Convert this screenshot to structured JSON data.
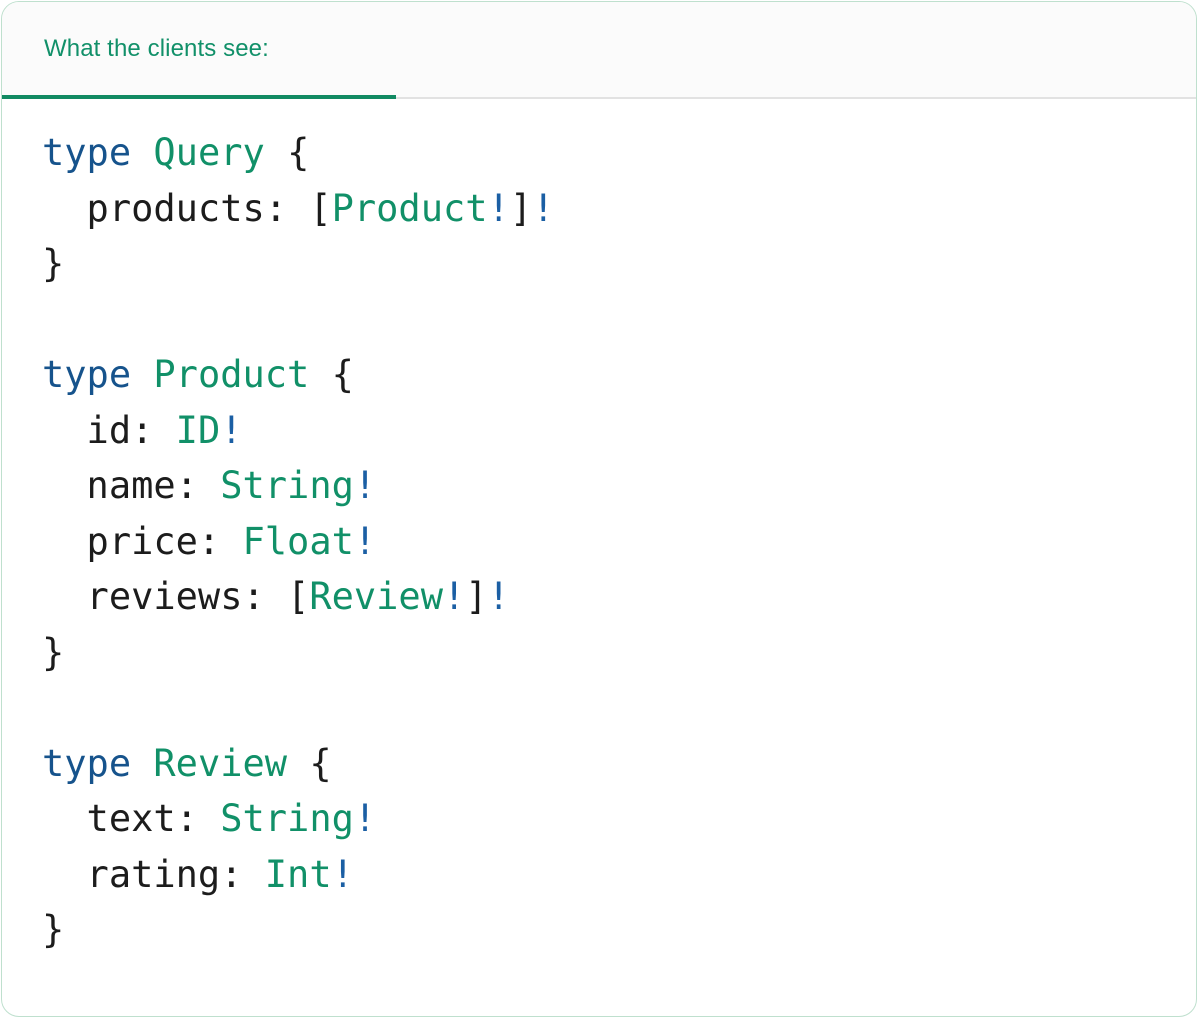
{
  "card": {
    "border_color": "#bfe0ce",
    "background": "#ffffff"
  },
  "header": {
    "active_tab_label": "What the clients see:",
    "accent_color": "#118a62",
    "title_color": "#119069",
    "background": "#fbfbfb",
    "divider_color": "#e2e2e2"
  },
  "palette": {
    "keyword": "#16538c",
    "type_name": "#119068",
    "punctuation": "#1c1c1c",
    "field_name": "#1c1c1c",
    "non_null_bang": "#1b5fa4"
  },
  "code": {
    "language": "graphql",
    "indent": "  ",
    "plain_text": "type Query {\n  products: [Product!]!\n}\n\ntype Product {\n  id: ID!\n  name: String!\n  price: Float!\n  reviews: [Review!]!\n}\n\ntype Review {\n  text: String!\n  rating: Int!\n}",
    "lines": [
      {
        "tokens": [
          {
            "t": "type",
            "c": "kw"
          },
          {
            "t": " ",
            "c": "plain"
          },
          {
            "t": "Query",
            "c": "type"
          },
          {
            "t": " ",
            "c": "plain"
          },
          {
            "t": "{",
            "c": "punct"
          }
        ]
      },
      {
        "tokens": [
          {
            "t": "  products:",
            "c": "field"
          },
          {
            "t": " ",
            "c": "plain"
          },
          {
            "t": "[",
            "c": "punct"
          },
          {
            "t": "Product",
            "c": "type"
          },
          {
            "t": "!",
            "c": "bang"
          },
          {
            "t": "]",
            "c": "punct"
          },
          {
            "t": "!",
            "c": "bang"
          }
        ]
      },
      {
        "tokens": [
          {
            "t": "}",
            "c": "punct"
          }
        ]
      },
      {
        "tokens": []
      },
      {
        "tokens": [
          {
            "t": "type",
            "c": "kw"
          },
          {
            "t": " ",
            "c": "plain"
          },
          {
            "t": "Product",
            "c": "type"
          },
          {
            "t": " ",
            "c": "plain"
          },
          {
            "t": "{",
            "c": "punct"
          }
        ]
      },
      {
        "tokens": [
          {
            "t": "  id:",
            "c": "field"
          },
          {
            "t": " ",
            "c": "plain"
          },
          {
            "t": "ID",
            "c": "type"
          },
          {
            "t": "!",
            "c": "bang"
          }
        ]
      },
      {
        "tokens": [
          {
            "t": "  name:",
            "c": "field"
          },
          {
            "t": " ",
            "c": "plain"
          },
          {
            "t": "String",
            "c": "type"
          },
          {
            "t": "!",
            "c": "bang"
          }
        ]
      },
      {
        "tokens": [
          {
            "t": "  price:",
            "c": "field"
          },
          {
            "t": " ",
            "c": "plain"
          },
          {
            "t": "Float",
            "c": "type"
          },
          {
            "t": "!",
            "c": "bang"
          }
        ]
      },
      {
        "tokens": [
          {
            "t": "  reviews:",
            "c": "field"
          },
          {
            "t": " ",
            "c": "plain"
          },
          {
            "t": "[",
            "c": "punct"
          },
          {
            "t": "Review",
            "c": "type"
          },
          {
            "t": "!",
            "c": "bang"
          },
          {
            "t": "]",
            "c": "punct"
          },
          {
            "t": "!",
            "c": "bang"
          }
        ]
      },
      {
        "tokens": [
          {
            "t": "}",
            "c": "punct"
          }
        ]
      },
      {
        "tokens": []
      },
      {
        "tokens": [
          {
            "t": "type",
            "c": "kw"
          },
          {
            "t": " ",
            "c": "plain"
          },
          {
            "t": "Review",
            "c": "type"
          },
          {
            "t": " ",
            "c": "plain"
          },
          {
            "t": "{",
            "c": "punct"
          }
        ]
      },
      {
        "tokens": [
          {
            "t": "  text:",
            "c": "field"
          },
          {
            "t": " ",
            "c": "plain"
          },
          {
            "t": "String",
            "c": "type"
          },
          {
            "t": "!",
            "c": "bang"
          }
        ]
      },
      {
        "tokens": [
          {
            "t": "  rating:",
            "c": "field"
          },
          {
            "t": " ",
            "c": "plain"
          },
          {
            "t": "Int",
            "c": "type"
          },
          {
            "t": "!",
            "c": "bang"
          }
        ]
      },
      {
        "tokens": [
          {
            "t": "}",
            "c": "punct"
          }
        ]
      }
    ]
  }
}
